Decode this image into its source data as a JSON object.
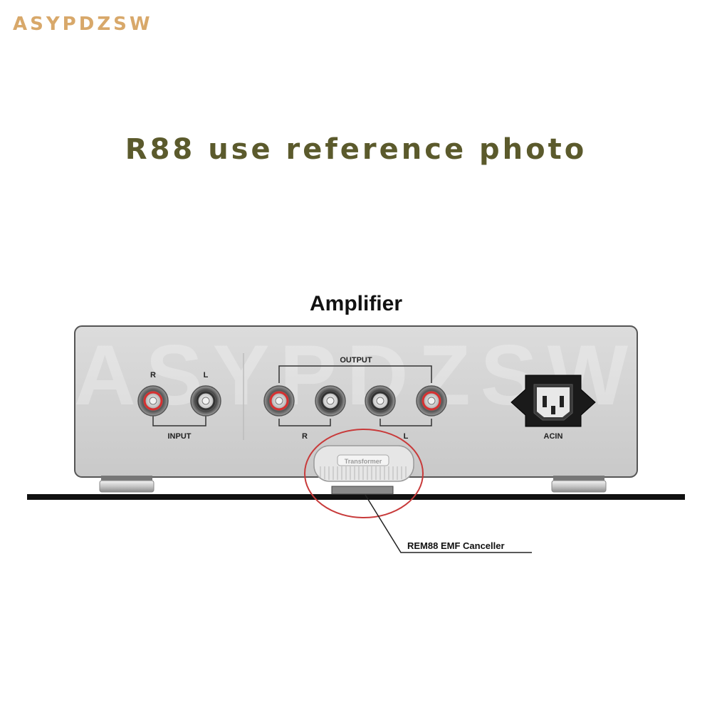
{
  "brand": {
    "name": "ASYPDZSW",
    "color": "#d8a86a"
  },
  "headline": {
    "text": "R88 use reference photo",
    "color": "#5b5a2c"
  },
  "diagram": {
    "title": "Amplifier",
    "watermark": "ASYPDZSW",
    "panel_color": "#d4d4d4",
    "input": {
      "label": "INPUT",
      "r": "R",
      "l": "L"
    },
    "output": {
      "label": "OUTPUT",
      "r": "R",
      "l": "L"
    },
    "power": {
      "label": "ACIN"
    },
    "transformer": {
      "label": "Transformer"
    },
    "canceller": {
      "label": "REM88 EMF Canceller"
    },
    "highlight_color": "#c83a3a"
  }
}
